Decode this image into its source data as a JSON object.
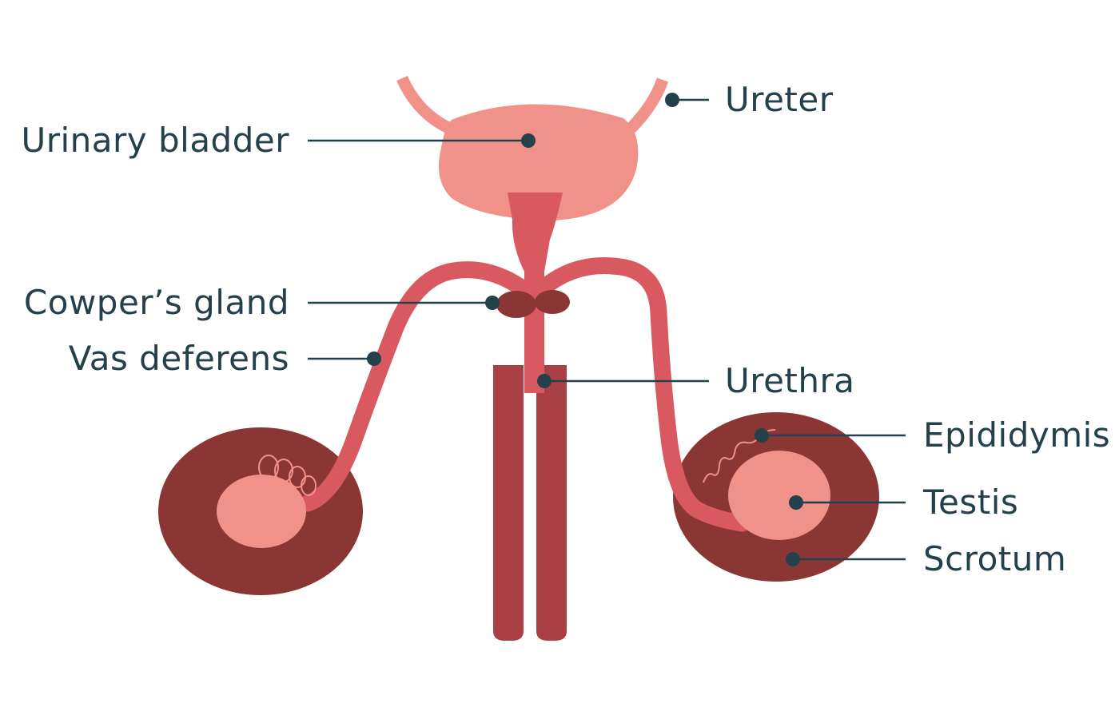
{
  "colors": {
    "light_pink": "#f0928a",
    "tube_red": "#d85a60",
    "dark_maroon": "#8a3634",
    "shaft_red": "#a94046",
    "label_color": "#24404a",
    "background": "#ffffff"
  },
  "labels": {
    "urinary_bladder": "Urinary bladder",
    "cowpers_gland": "Cowper’s gland",
    "vas_deferens": "Vas deferens",
    "ureter": "Ureter",
    "urethra": "Urethra",
    "epididymis": "Epididymis",
    "testis": "Testis",
    "scrotum": "Scrotum"
  }
}
